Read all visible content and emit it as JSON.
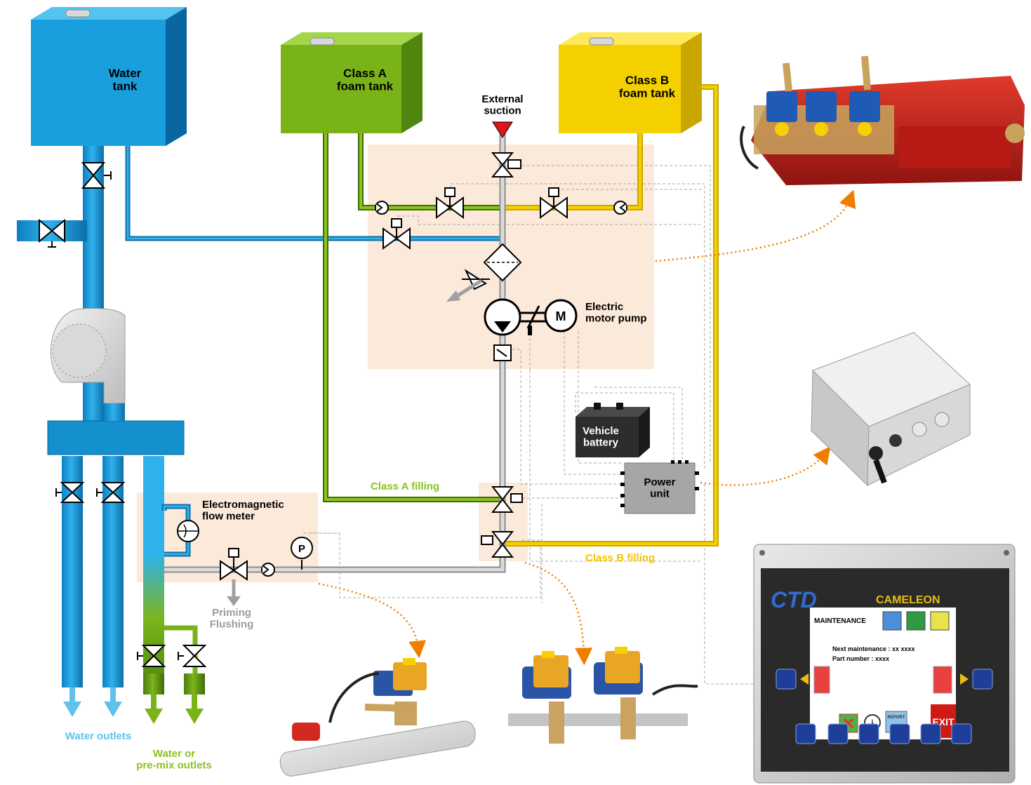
{
  "tanks": {
    "water": "Water\ntank",
    "class_a": "Class A\nfoam tank",
    "class_b": "Class B\nfoam tank"
  },
  "labels": {
    "external_suction": "External\nsuction",
    "electric_motor_pump": "Electric\nmotor pump",
    "motor_symbol": "M",
    "vehicle_battery": "Vehicle\nbattery",
    "power_unit": "Power\nunit",
    "flow_meter": "Electromagnetic\nflow meter",
    "pressure_symbol": "P",
    "priming_flushing": "Priming\nFlushing",
    "class_a_filling": "Class A filling",
    "class_b_filling": "Class B filling",
    "water_outlets": "Water outlets",
    "premix_outlets": "Water or\npre-mix outlets"
  },
  "panel": {
    "brand": "CTD",
    "product": "CAMELEON",
    "screen_title": "MAINTENANCE",
    "next_maintenance": "Next maintenance : xx xxxx",
    "part_number": "Part number : xxxx",
    "exit": "EXIT",
    "report": "REPORT",
    "info_icon": "info-icon"
  },
  "colors": {
    "water": "#1ea0dc",
    "class_a": "#7ab317",
    "class_b": "#f5d000",
    "zone": "#fbe9d9",
    "grey_pipe": "#b8b8b8",
    "leader": "#f07d00",
    "water_label": "#5ec2ec",
    "class_a_label": "#8ac31e",
    "class_b_label": "#f4c400"
  }
}
